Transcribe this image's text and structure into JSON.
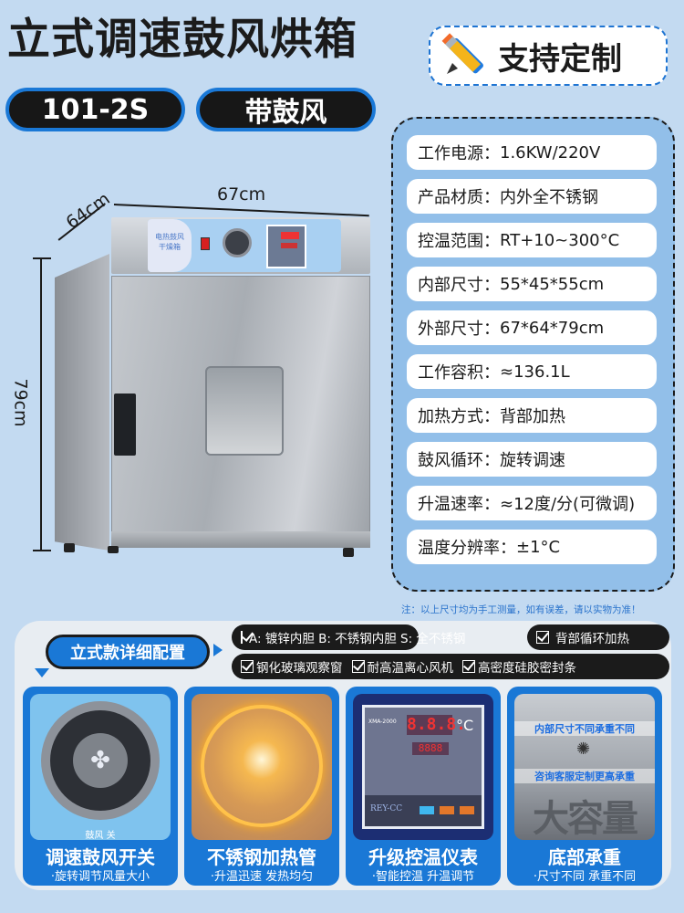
{
  "header": {
    "title": "立式调速鼓风烘箱",
    "custom_badge": "支持定制",
    "model_pill": "101-2S",
    "feature_pill": "带鼓风"
  },
  "product": {
    "width_label": "67cm",
    "depth_label": "64cm",
    "height_label": "79cm",
    "panel_text_1": "电热鼓风",
    "panel_text_2": "干燥箱"
  },
  "specs": [
    {
      "label": "工作电源：",
      "value": "1.6KW/220V"
    },
    {
      "label": "产品材质：",
      "value": "内外全不锈钢"
    },
    {
      "label": "控温范围：",
      "value": "RT+10~300°C"
    },
    {
      "label": "内部尺寸：",
      "value": "55*45*55cm"
    },
    {
      "label": "外部尺寸：",
      "value": "67*64*79cm"
    },
    {
      "label": "工作容积：",
      "value": "≈136.1L"
    },
    {
      "label": "加热方式：",
      "value": "背部加热"
    },
    {
      "label": "鼓风循环：",
      "value": "旋转调速"
    },
    {
      "label": "升温速率：",
      "value": "≈12度/分(可微调)"
    },
    {
      "label": "温度分辨率：",
      "value": "±1°C"
    }
  ],
  "note": "注：以上尺寸均为手工测量，如有误差，请以实物为准！",
  "config": {
    "title": "立式款详细配置",
    "row1": {
      "material": "A: 镀锌内胆  B: 不锈钢内胆  S: 全不锈钢",
      "heating": "背部循环加热"
    },
    "row2": {
      "window": "钢化玻璃观察窗",
      "fan": "耐高温离心风机",
      "seal": "高密度硅胶密封条"
    }
  },
  "cards": [
    {
      "title": "调速鼓风开关",
      "subtitle": "·旋转调节风量大小",
      "img_label": "鼓风 关"
    },
    {
      "title": "不锈钢加热管",
      "subtitle": "·升温迅速 发热均匀"
    },
    {
      "title": "升级控温仪表",
      "subtitle": "·智能控温 升温调节",
      "meter_model": "XMA-2000",
      "pv_display": "8.8.8.",
      "sv_display": "8888",
      "unit": "°C",
      "brand": "REY-CC"
    },
    {
      "title": "底部承重",
      "subtitle": "·尺寸不同 承重不同",
      "overlay_1": "内部尺寸不同承重不同",
      "overlay_2": "咨询客服定制更高承重",
      "overlay_big": "大容量"
    }
  ],
  "colors": {
    "accent_blue": "#1a78d6",
    "background": "#c3daf1",
    "spec_panel": "#92bfe9",
    "dark": "#171717"
  }
}
